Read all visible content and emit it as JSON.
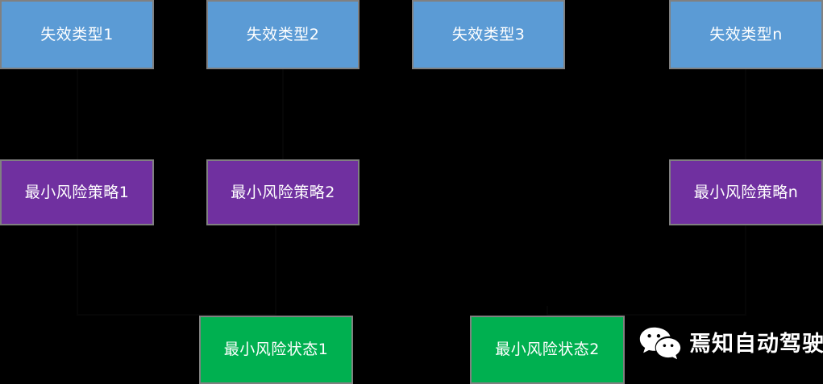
{
  "diagram": {
    "type": "hierarchy-flow",
    "background_color": "#000000",
    "levels": [
      {
        "name": "failure-types",
        "color": "#5B9BD5",
        "border_color": "#808080",
        "nodes": [
          {
            "id": "failure-1",
            "label": "失效类型1"
          },
          {
            "id": "failure-2",
            "label": "失效类型2"
          },
          {
            "id": "failure-3",
            "label": "失效类型3"
          },
          {
            "id": "failure-n",
            "label": "失效类型n"
          }
        ]
      },
      {
        "name": "minimal-risk-strategies",
        "color": "#7030A0",
        "border_color": "#808080",
        "nodes": [
          {
            "id": "strategy-1",
            "label": "最小风险策略1"
          },
          {
            "id": "strategy-2",
            "label": "最小风险策略2"
          },
          {
            "id": "strategy-n",
            "label": "最小风险策略n"
          }
        ]
      },
      {
        "name": "minimal-risk-states",
        "color": "#00B050",
        "border_color": "#808080",
        "nodes": [
          {
            "id": "state-1",
            "label": "最小风险状态1"
          },
          {
            "id": "state-2",
            "label": "最小风险状态2"
          }
        ]
      }
    ]
  },
  "watermark": {
    "icon": "wechat-icon",
    "text": "焉知自动驾驶",
    "color": "#ffffff"
  }
}
